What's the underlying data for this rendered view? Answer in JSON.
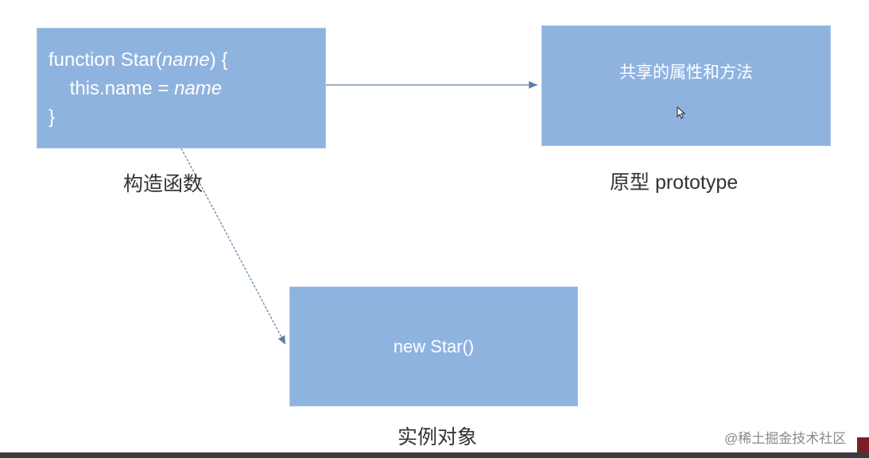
{
  "constructor_box": {
    "line1_prefix": "function Star(",
    "line1_param": "name",
    "line1_suffix": ") {",
    "line2_prefix": "this.name = ",
    "line2_value": "name",
    "line3": "}"
  },
  "prototype_box": {
    "text": "共享的属性和方法"
  },
  "instance_box": {
    "text": "new Star()"
  },
  "labels": {
    "constructor": "构造函数",
    "prototype": "原型 prototype",
    "instance": "实例对象"
  },
  "watermark": "@稀土掘金技术社区",
  "colors": {
    "box_fill": "#8fb3df",
    "arrow": "#5b7fa8"
  }
}
